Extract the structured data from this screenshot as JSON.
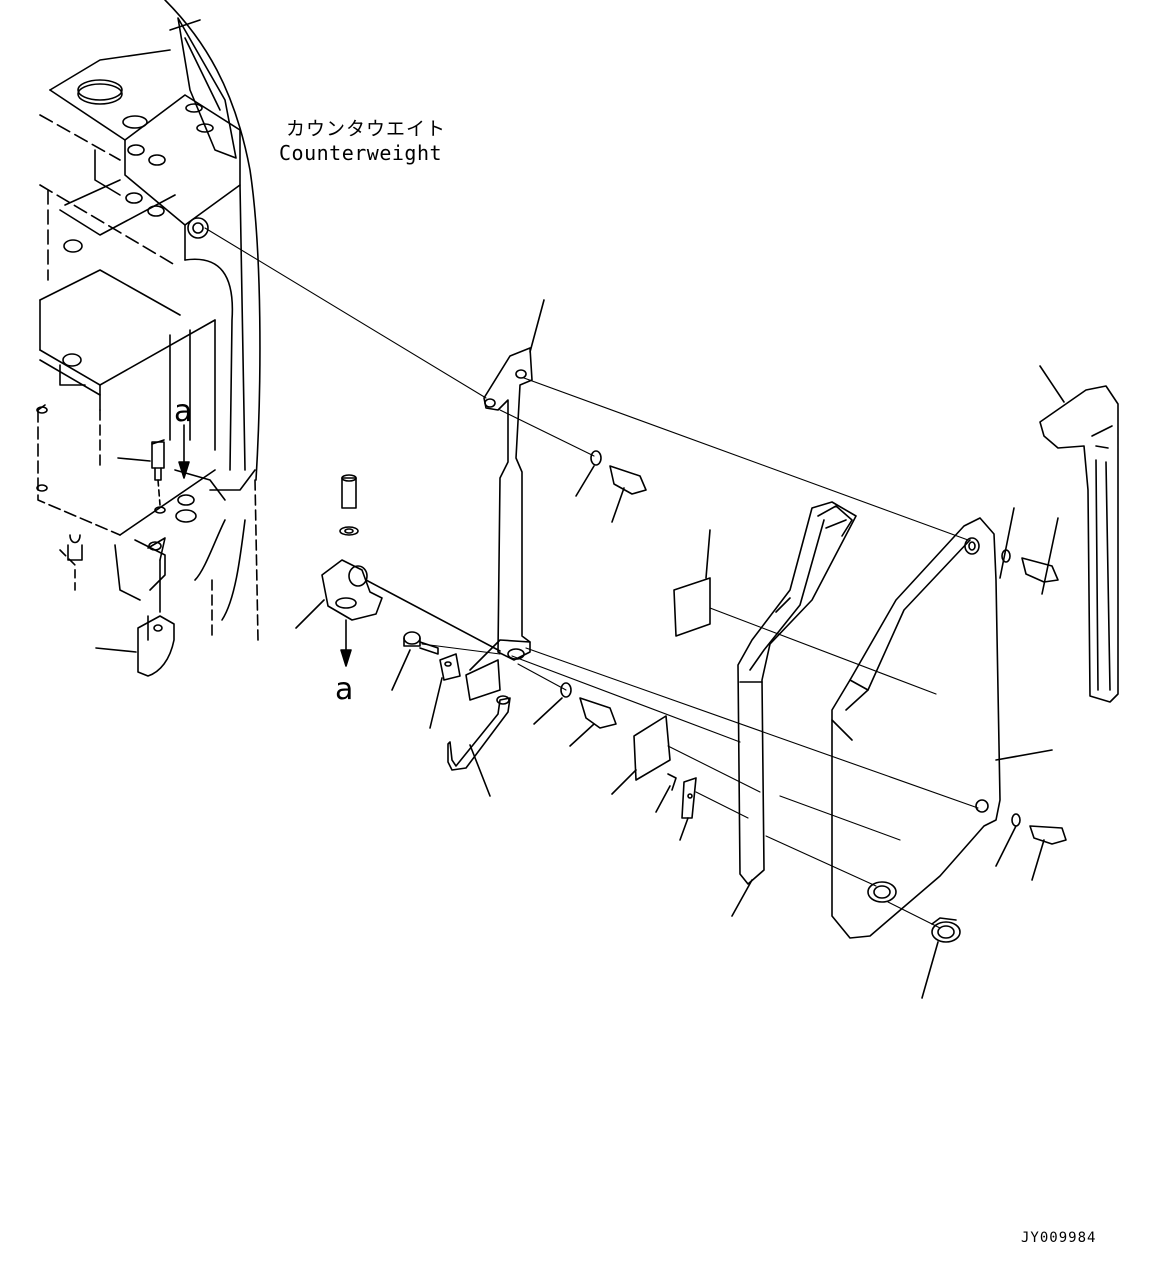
{
  "labels": {
    "counterweight_jp": "カウンタウエイト",
    "counterweight_en": "Counterweight",
    "view_marker_top": "a",
    "view_marker_bottom": "a",
    "drawing_code": "JY009984"
  },
  "style": {
    "line_color": "#000000",
    "background": "#ffffff"
  }
}
